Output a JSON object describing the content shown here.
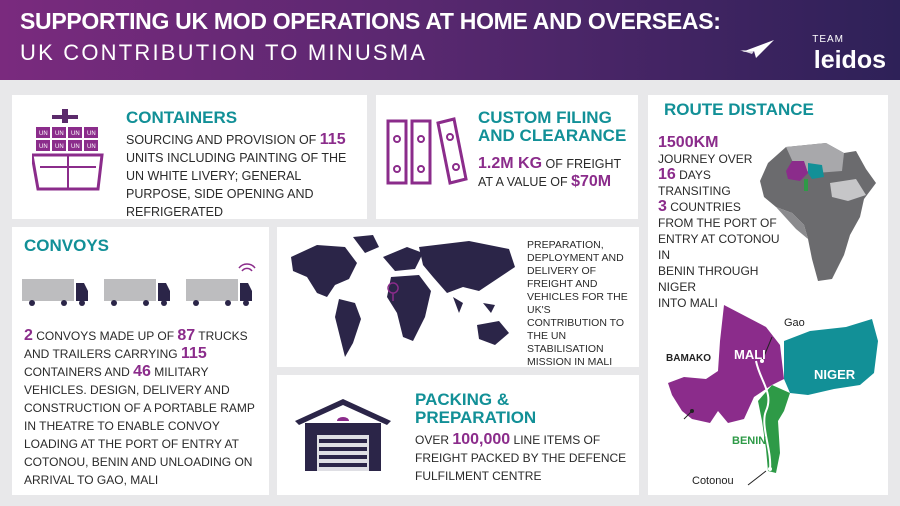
{
  "header": {
    "title": "SUPPORTING UK MOD OPERATIONS AT HOME AND OVERSEAS:",
    "subtitle": "UK CONTRIBUTION TO MINUSMA",
    "logo_team": "TEAM",
    "logo_name": "leidos"
  },
  "containers": {
    "heading": "CONTAINERS",
    "text_a": "SOURCING AND PROVISION OF ",
    "num": "115",
    "text_b": " UNITS INCLUDING PAINTING OF THE UN WHITE LIVERY; GENERAL PURPOSE, SIDE OPENING AND REFRIGERATED",
    "container_label": "UN"
  },
  "custom": {
    "heading_1": "CUSTOM FILING",
    "heading_2": "AND CLEARANCE",
    "num1": "1.2M KG",
    "text_a": " OF FREIGHT",
    "text_b": "AT A VALUE OF ",
    "num2": "$70M"
  },
  "route": {
    "heading": "ROUTE DISTANCE",
    "num1": "1500KM",
    "t1": "JOURNEY OVER",
    "num2": "16",
    "t2": " DAYS",
    "t3": "TRANSITING",
    "num3": "3",
    "t4": " COUNTRIES",
    "t5": "FROM THE PORT OF",
    "t6": "ENTRY AT COTONOU IN",
    "t7": "BENIN THROUGH NIGER",
    "t8": "INTO MALI"
  },
  "convoys": {
    "heading": "CONVOYS",
    "n1": "2",
    "t1": " CONVOYS MADE UP OF ",
    "n2": "87",
    "t2": " TRUCKS AND TRAILERS CARRYING ",
    "n3": "115",
    "t3": " CONTAINERS AND ",
    "n4": "46",
    "t4": " MILITARY VEHICLES. DESIGN, DELIVERY AND CONSTRUCTION OF A PORTABLE RAMP IN THEATRE TO ENABLE CONVOY LOADING AT THE PORT OF ENTRY AT COTONOU, BENIN AND UNLOADING ON ARRIVAL TO GAO, MALI"
  },
  "world": {
    "text": "PREPARATION, DEPLOYMENT AND DELIVERY OF FREIGHT AND VEHICLES FOR THE UK'S CONTRIBUTION TO THE UN STABILISATION MISSION IN MALI"
  },
  "packing": {
    "heading_1": "PACKING &",
    "heading_2": "PREPARATION",
    "t1": "OVER ",
    "num": "100,000",
    "t2": " LINE ITEMS OF FREIGHT PACKED BY THE DEFENCE FULFILMENT CENTRE"
  },
  "map": {
    "gao": "Gao",
    "bamako": "BAMAKO",
    "mali": "MALI",
    "niger": "NIGER",
    "benin": "BENIN",
    "cotonou": "Cotonou"
  },
  "colors": {
    "teal": "#129097",
    "purple": "#8b2c8b",
    "navy": "#2b2548",
    "green": "#2e9a47"
  }
}
